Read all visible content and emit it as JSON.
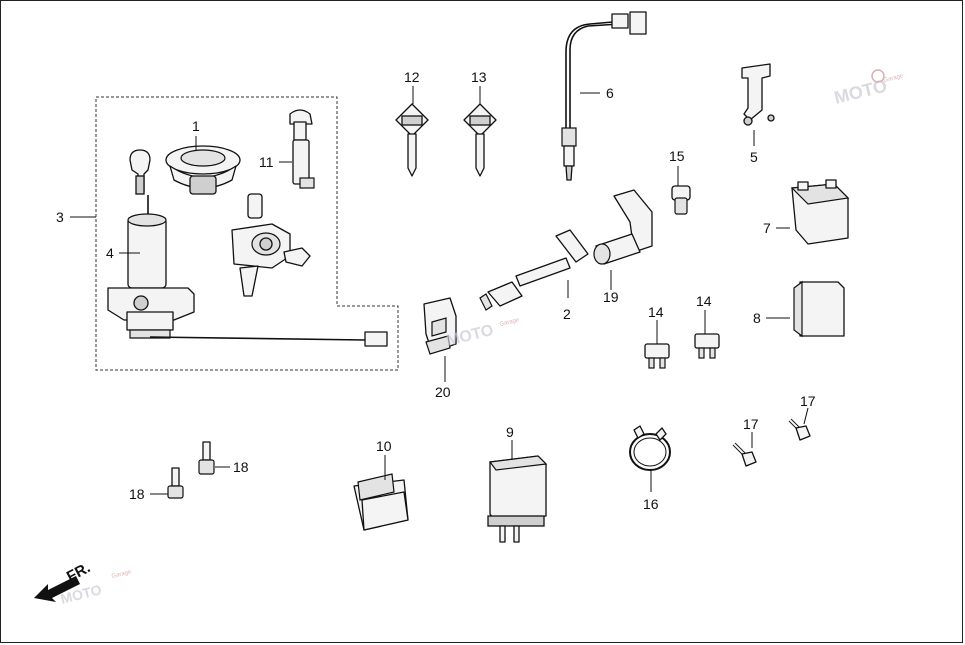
{
  "callouts": {
    "c1": "1",
    "c2": "2",
    "c3": "3",
    "c4": "4",
    "c5": "5",
    "c6": "6",
    "c7": "7",
    "c8": "8",
    "c9": "9",
    "c10": "10",
    "c11": "11",
    "c12": "12",
    "c13": "13",
    "c14a": "14",
    "c14b": "14",
    "c15": "15",
    "c16": "16",
    "c17a": "17",
    "c17b": "17",
    "c18a": "18",
    "c18b": "18",
    "c19": "19",
    "c20": "20"
  },
  "direction_label": "FR.",
  "watermark": {
    "text": "MOTO",
    "small_text": "Garage"
  }
}
